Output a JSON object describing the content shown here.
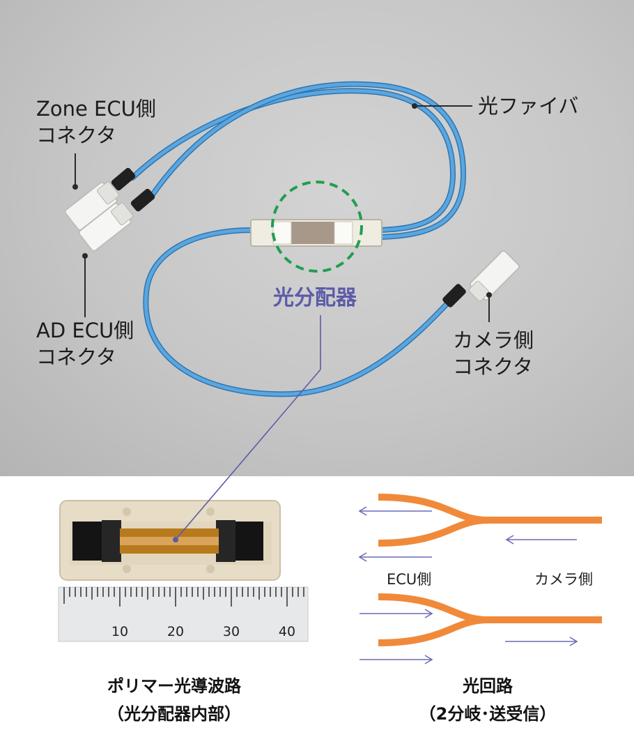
{
  "labels": {
    "zone_line1": "Zone ECU側",
    "zone_line2": "コネクタ",
    "fiber": "光ファイバ",
    "ad_line1": "AD ECU側",
    "ad_line2": "コネクタ",
    "camera_line1": "カメラ側",
    "camera_line2": "コネクタ",
    "splitter": "光分配器"
  },
  "ruler": {
    "ticks": [
      "10",
      "20",
      "30",
      "40"
    ]
  },
  "circuit": {
    "ecu_side": "ECU側",
    "camera_side": "カメラ側"
  },
  "captions": {
    "left_line1": "ポリマー光導波路",
    "left_line2": "（光分配器内部）",
    "right_line1": "光回路",
    "right_line2": "（2分岐･送受信）"
  },
  "colors": {
    "cable": "#4a9ad8",
    "waveguide": "#f08a3a",
    "arrow": "#6a6ab8",
    "accent": "#5b5ba8"
  }
}
